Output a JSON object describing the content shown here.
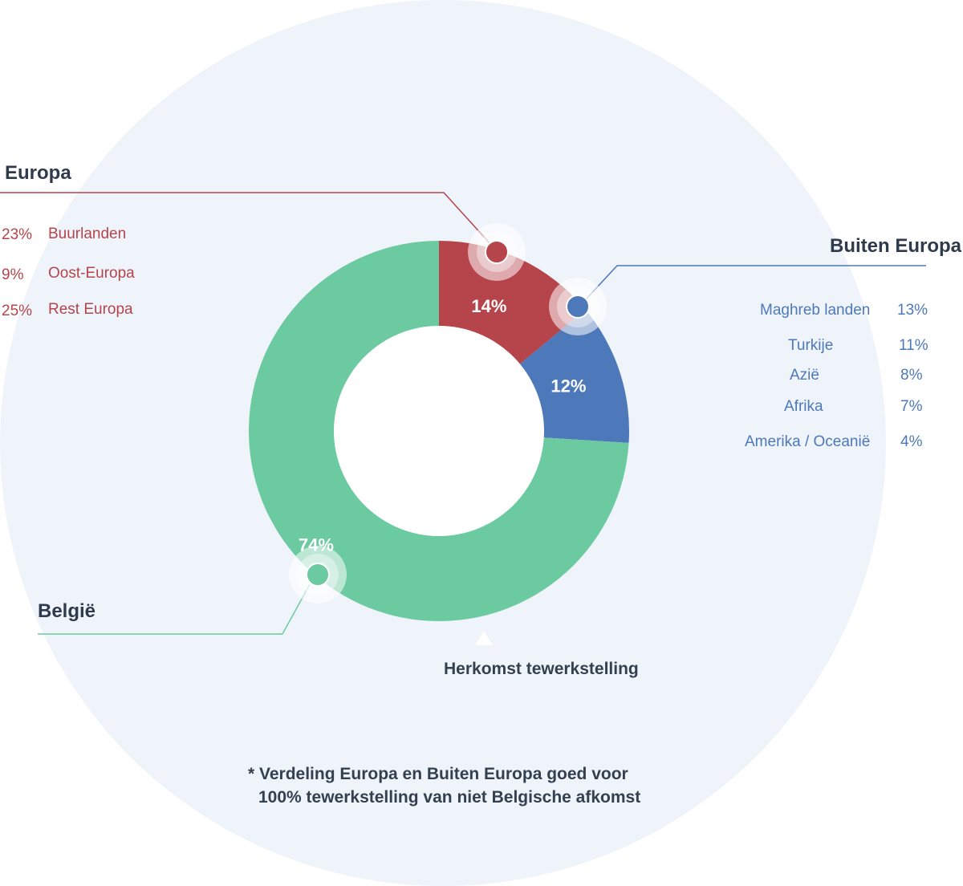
{
  "chart_data": {
    "type": "pie",
    "title": "Herkomst tewerkstelling",
    "slices": [
      {
        "name": "Europa",
        "value": 14,
        "label": "14%",
        "color": "#b5444b"
      },
      {
        "name": "Buiten Europa",
        "value": 12,
        "label": "12%",
        "color": "#4d79ba"
      },
      {
        "name": "België",
        "value": 74,
        "label": "74%",
        "color": "#6ccaa0"
      }
    ],
    "breakdowns": {
      "europa": {
        "title": "Europa",
        "items": [
          {
            "pct": "23%",
            "name": "Buurlanden"
          },
          {
            "pct": "9%",
            "name": "Oost-Europa"
          },
          {
            "pct": "25%",
            "name": "Rest Europa"
          }
        ]
      },
      "buiten_europa": {
        "title": "Buiten Europa",
        "items": [
          {
            "name": "Maghreb landen",
            "pct": "13%"
          },
          {
            "name": "Turkije",
            "pct": "11%"
          },
          {
            "name": "Azië",
            "pct": "8%"
          },
          {
            "name": "Afrika",
            "pct": "7%"
          },
          {
            "name": "Amerika / Oceanië",
            "pct": "4%"
          }
        ]
      },
      "belgie": {
        "title": "België"
      }
    },
    "footnote": [
      "* Verdeling Europa en Buiten Europa goed voor",
      "100% tewerkstelling van niet Belgische afkomst"
    ]
  },
  "colors": {
    "background_circle": "#eff4fb",
    "europa": "#b5444b",
    "buiten_europa": "#4d79ba",
    "belgie": "#6ccaa0",
    "text_dark": "#2f3b4c"
  }
}
